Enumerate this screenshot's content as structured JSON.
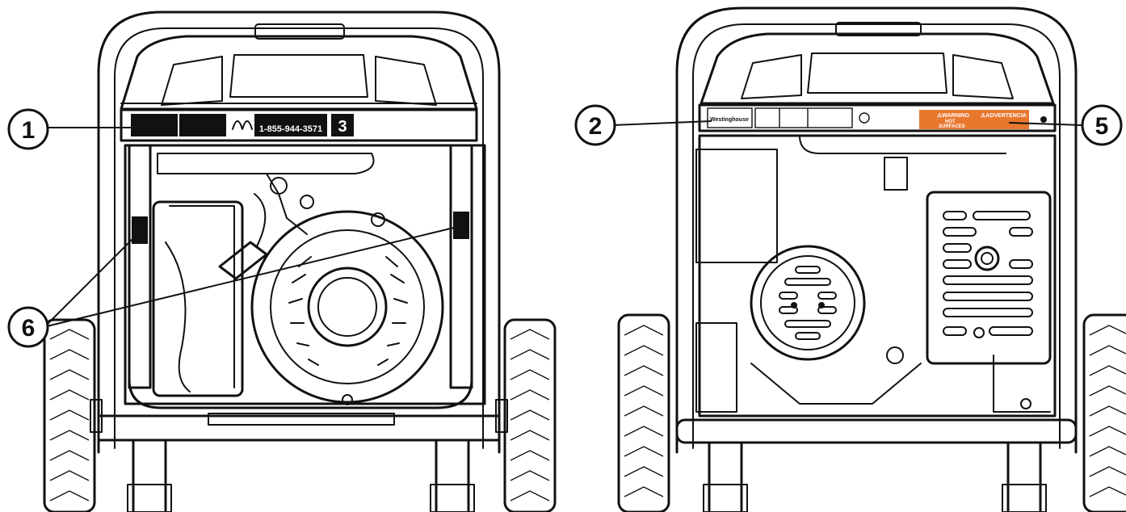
{
  "callouts": [
    {
      "number": "1"
    },
    {
      "number": "2"
    },
    {
      "number": "5"
    },
    {
      "number": "6"
    }
  ],
  "front_panel": {
    "phone": "1-855-944-3571",
    "big_digit": "3"
  },
  "rear_panel": {
    "brand": "Westinghouse",
    "warning_en": "⚠WARNING",
    "warning_es": "⚠ADVERTENCIA",
    "hot_surfaces_1": "HOT",
    "hot_surfaces_2": "SURFACES"
  },
  "colors": {
    "line": "#111111",
    "warning_label": "#e8772e"
  }
}
